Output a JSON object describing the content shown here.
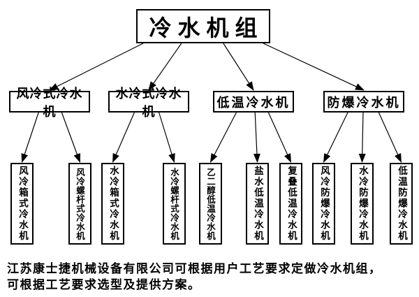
{
  "title": "冷水机组",
  "root": {
    "id": "root",
    "label": "冷水机组"
  },
  "level2": [
    {
      "id": "air",
      "label": "风冷式冷水机"
    },
    {
      "id": "water",
      "label": "水冷式冷水机"
    },
    {
      "id": "lowtemp",
      "label": "低温冷水机"
    },
    {
      "id": "exproof",
      "label": "防爆冷水机"
    }
  ],
  "level3": [
    {
      "id": "air-box",
      "label": "风冷箱式冷水机"
    },
    {
      "id": "air-screw",
      "label": "风冷螺杆式冷水机"
    },
    {
      "id": "water-box",
      "label": "水冷箱式冷水机"
    },
    {
      "id": "water-screw",
      "label": "水冷螺杆式冷水机"
    },
    {
      "id": "glycol",
      "label": "乙二醇低温冷水机"
    },
    {
      "id": "brine",
      "label": "盐水低温冷水机"
    },
    {
      "id": "cascade",
      "label": "复叠低温冷水机"
    },
    {
      "id": "air-ex",
      "label": "风冷防爆冷水机"
    },
    {
      "id": "water-ex",
      "label": "水冷防爆冷水机"
    },
    {
      "id": "lowtemp-ex",
      "label": "低温防爆冷水机"
    }
  ],
  "edges": [
    {
      "from": "root",
      "to": "air"
    },
    {
      "from": "root",
      "to": "water"
    },
    {
      "from": "root",
      "to": "lowtemp"
    },
    {
      "from": "root",
      "to": "exproof"
    },
    {
      "from": "air",
      "to": "air-box"
    },
    {
      "from": "air",
      "to": "air-screw"
    },
    {
      "from": "water",
      "to": "water-box"
    },
    {
      "from": "water",
      "to": "water-screw"
    },
    {
      "from": "lowtemp",
      "to": "glycol"
    },
    {
      "from": "lowtemp",
      "to": "brine"
    },
    {
      "from": "lowtemp",
      "to": "cascade"
    },
    {
      "from": "exproof",
      "to": "air-ex"
    },
    {
      "from": "exproof",
      "to": "water-ex"
    },
    {
      "from": "exproof",
      "to": "lowtemp-ex"
    }
  ],
  "footer": {
    "lines": [
      "江苏康士捷机械设备有限公司可根据用户工艺要求定做冷水机组，",
      "可根据工艺要求选型及提供方案。"
    ]
  },
  "colors": {
    "background": "#ffffff",
    "border": "#000000",
    "text": "#000000",
    "arrow": "#000000"
  }
}
